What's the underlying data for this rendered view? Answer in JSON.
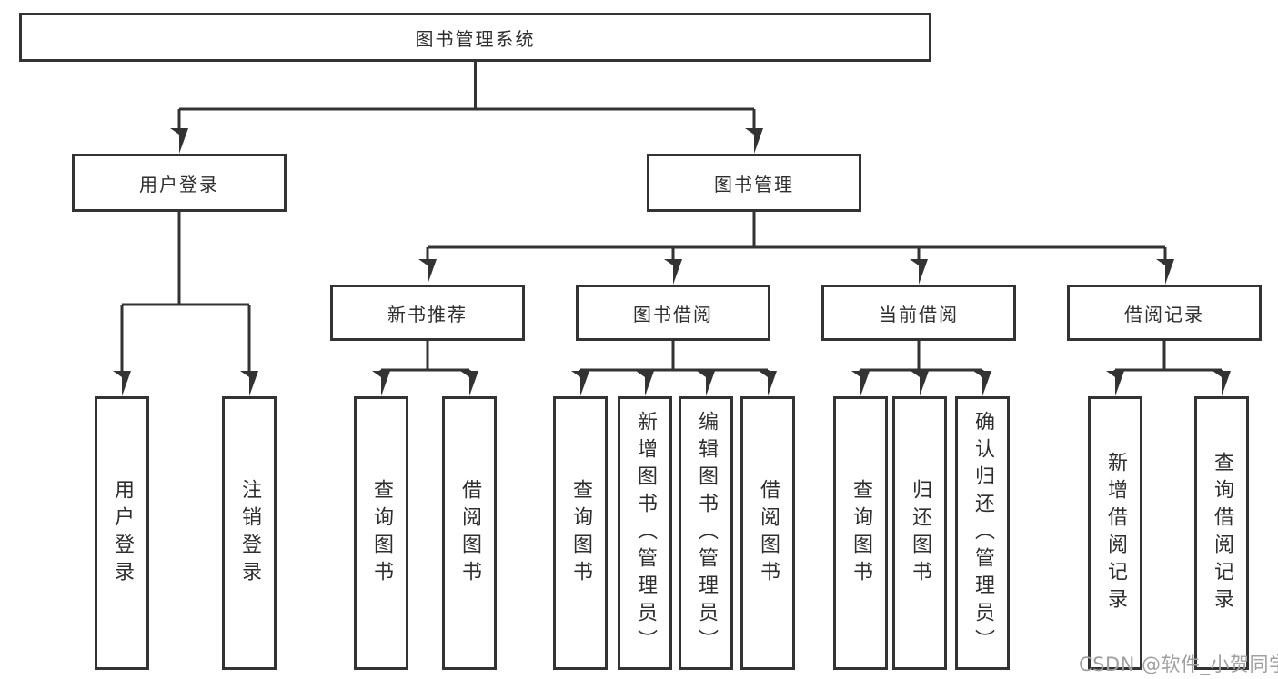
{
  "tree": {
    "root": "图书管理系统",
    "branches": [
      {
        "label": "用户登录",
        "leaves": [
          "用户登录",
          "注销登录"
        ]
      },
      {
        "label": "图书管理",
        "sections": [
          {
            "label": "新书推荐",
            "leaves": [
              "查询图书",
              "借阅图书"
            ]
          },
          {
            "label": "图书借阅",
            "leaves": [
              "查询图书",
              "新增图书（管理员）",
              "编辑图书（管理员）",
              "借阅图书"
            ]
          },
          {
            "label": "当前借阅",
            "leaves": [
              "查询图书",
              "归还图书",
              "确认归还（管理员）"
            ]
          },
          {
            "label": "借阅记录",
            "leaves": [
              "新增借阅记录",
              "查询借阅记录"
            ]
          }
        ]
      }
    ]
  },
  "watermark": "CSDN @软件_小贺同学",
  "colors": {
    "line": "#333333",
    "text": "#2e2e2e",
    "watermark": "#a0a0a0",
    "background": "#ffffff"
  }
}
